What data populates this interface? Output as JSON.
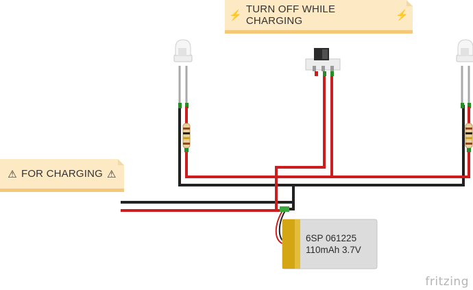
{
  "notes": {
    "charging_off": {
      "icon_left": "⚡",
      "text": "TURN OFF WHILE CHARGING",
      "icon_right": "⚡",
      "icon_name": "lightning-icon"
    },
    "for_charging": {
      "icon_left": "⚠",
      "text": "FOR CHARGING",
      "icon_right": "⚠",
      "icon_name": "warning-icon"
    }
  },
  "battery": {
    "model": "6SP 061225",
    "spec": "110mAh 3.7V"
  },
  "logo": {
    "text": "fritzing"
  },
  "colors": {
    "wire_red": "#cc1e1e",
    "wire_black": "#222222",
    "note_bg": "#fde9c3",
    "note_border": "#f4c779",
    "battery_body": "#dedede",
    "battery_band": "#d8a818"
  },
  "components": [
    "led-left",
    "led-right",
    "resistor-left",
    "resistor-right",
    "slide-switch",
    "lipo-battery"
  ]
}
